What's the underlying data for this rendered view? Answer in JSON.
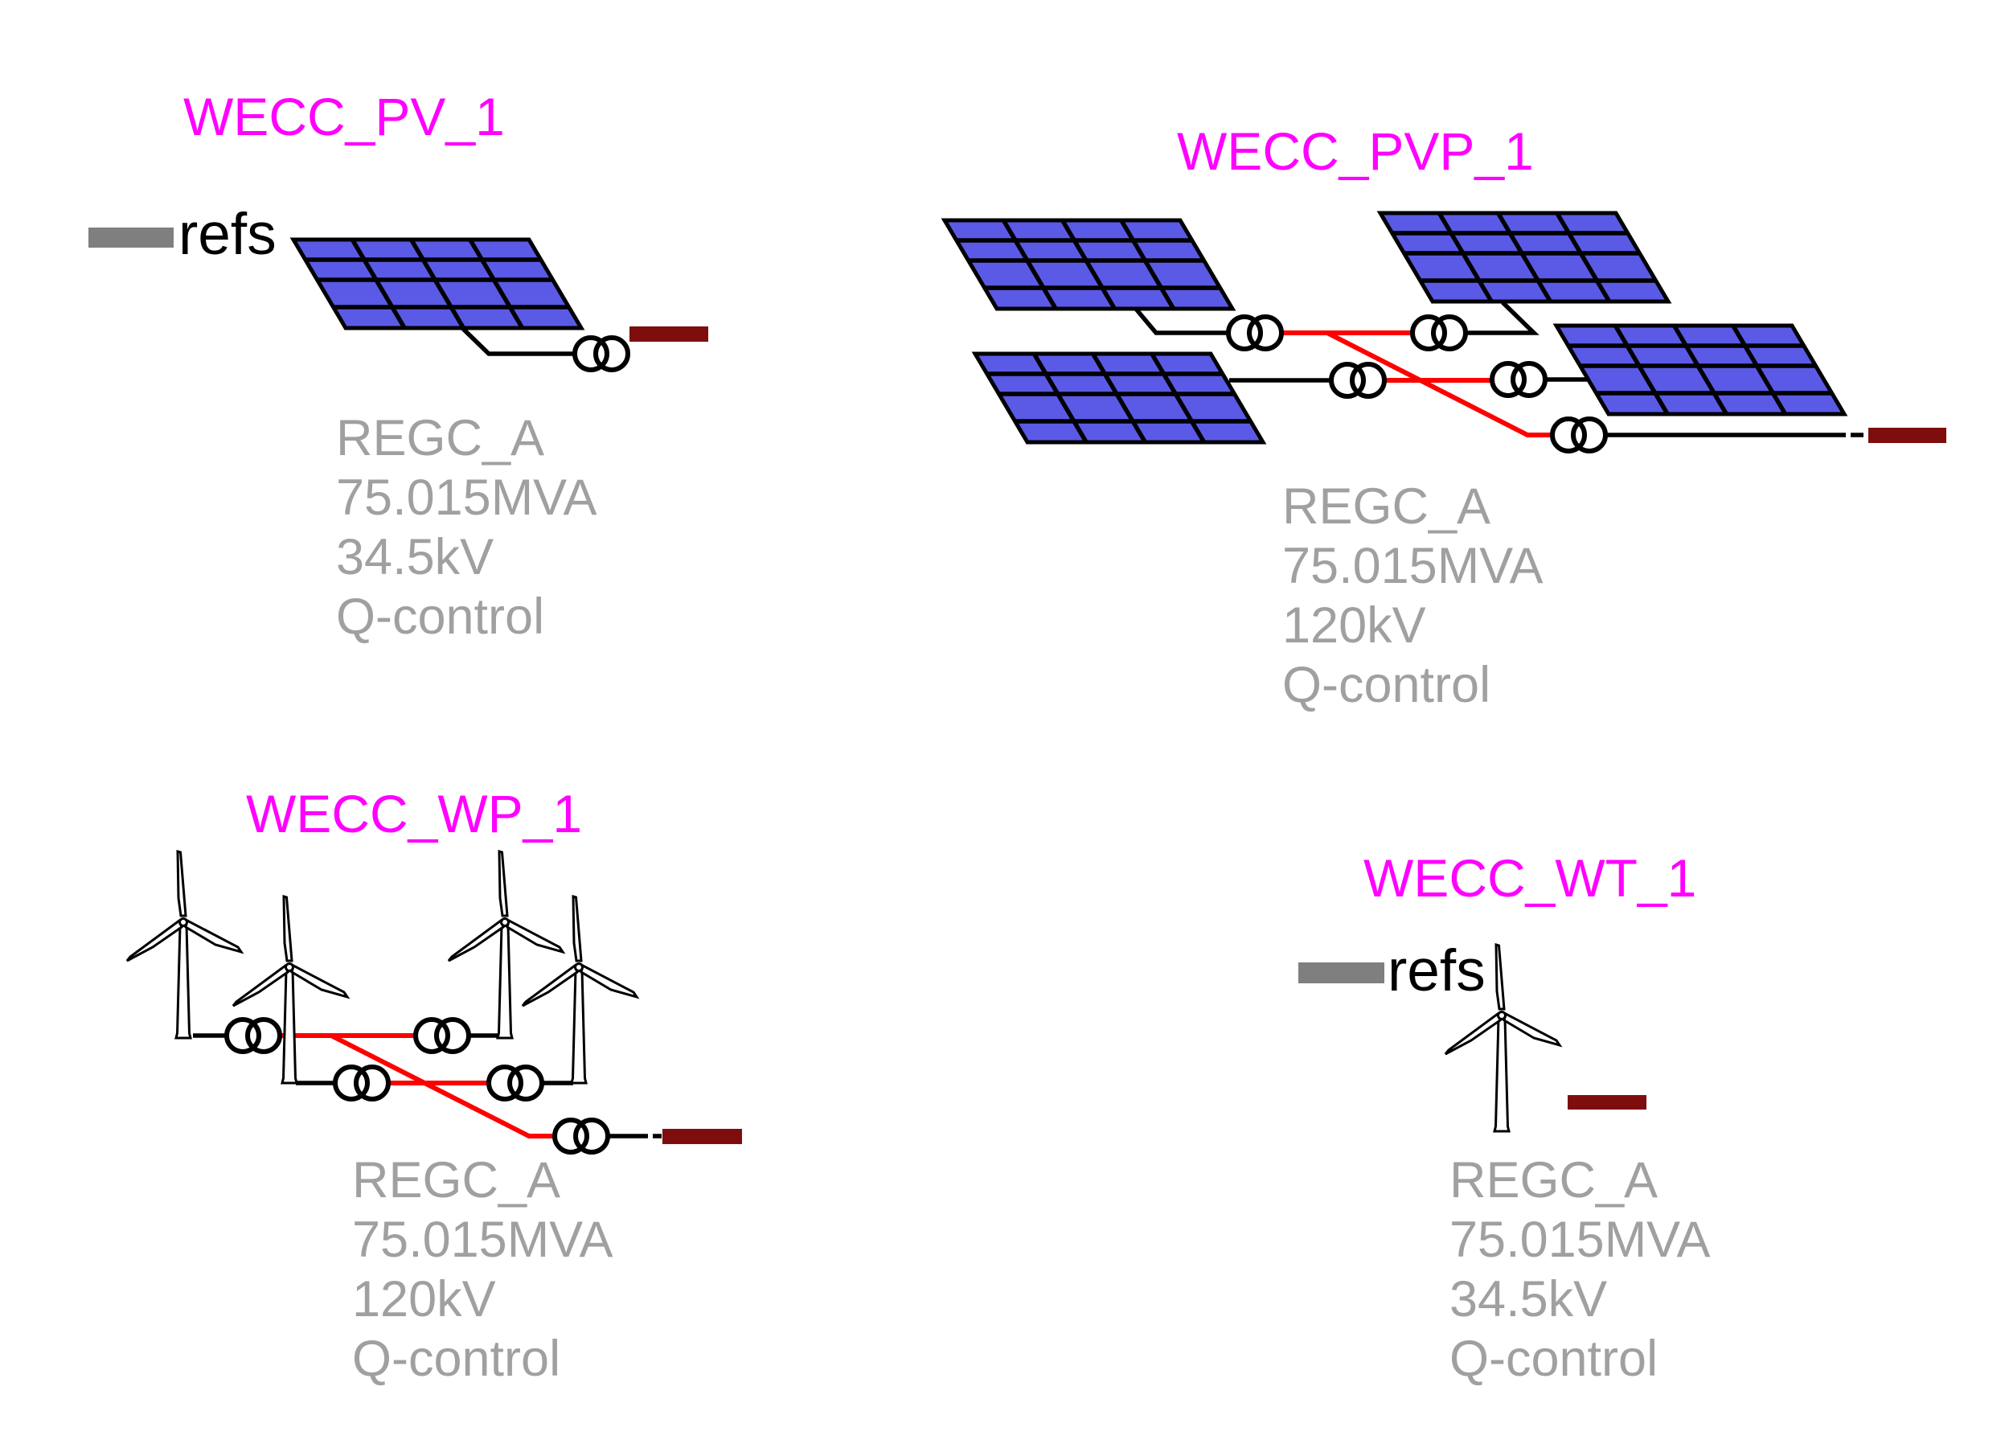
{
  "colors": {
    "title_magenta": "#FF00FF",
    "panel_blue": "#5A5AE6",
    "cable_red": "#FF0000",
    "bus_maroon": "#7E0E0E",
    "ref_bar_gray": "#7F7F7F",
    "info_gray": "#A0A0A0"
  },
  "sections": {
    "pv": {
      "title": "WECC_PV_1",
      "ref_label": "refs",
      "panel_count": 1,
      "info": [
        "REGC_A",
        "75.015MVA",
        "34.5kV",
        "Q-control"
      ]
    },
    "pvp": {
      "title": "WECC_PVP_1",
      "panel_count": 4,
      "info": [
        "REGC_A",
        "75.015MVA",
        "120kV",
        "Q-control"
      ]
    },
    "wp": {
      "title": "WECC_WP_1",
      "turbine_count": 4,
      "info": [
        "REGC_A",
        "75.015MVA",
        "120kV",
        "Q-control"
      ]
    },
    "wt": {
      "title": "WECC_WT_1",
      "ref_label": "refs",
      "turbine_count": 1,
      "info": [
        "REGC_A",
        "75.015MVA",
        "34.5kV",
        "Q-control"
      ]
    }
  }
}
